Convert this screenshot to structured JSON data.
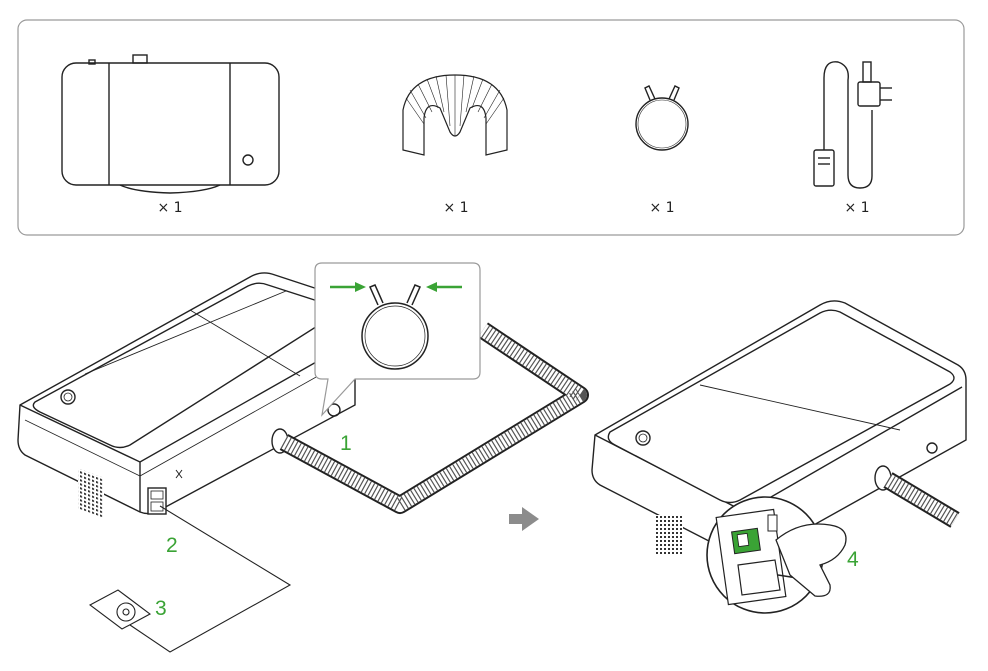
{
  "package_contents": {
    "items": [
      {
        "name": "printer",
        "qty": "× 1"
      },
      {
        "name": "exhaust-hose",
        "qty": "× 1"
      },
      {
        "name": "hose-clamp",
        "qty": "× 1"
      },
      {
        "name": "power-cord",
        "qty": "× 1"
      }
    ]
  },
  "steps": [
    {
      "number": "1"
    },
    {
      "number": "2"
    },
    {
      "number": "3"
    },
    {
      "number": "4"
    }
  ],
  "colors": {
    "line": "#222222",
    "accent": "#3aa335",
    "arrow": "#8c8c8c",
    "panel_border": "#9a9a9a"
  },
  "icons": [
    "arrow-right-icon",
    "squeeze-arrow-icon"
  ]
}
